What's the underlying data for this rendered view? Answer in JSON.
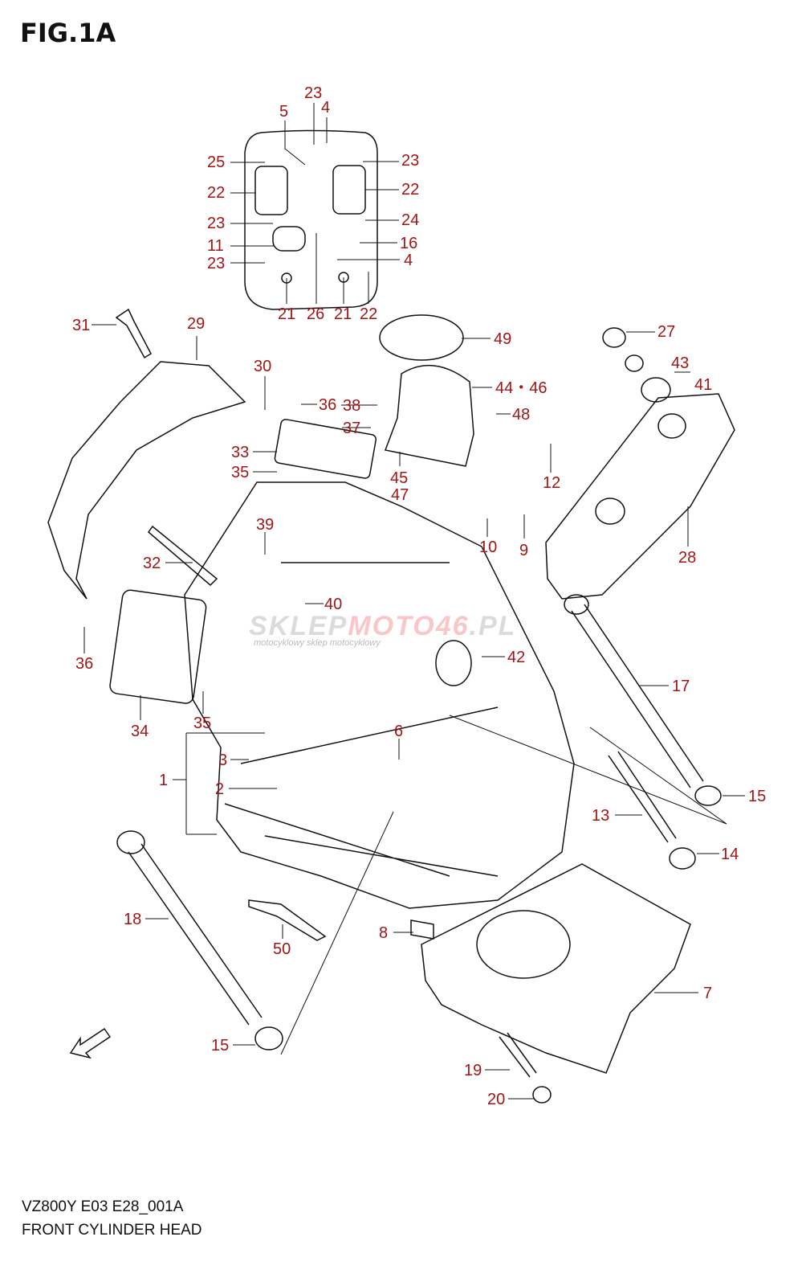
{
  "title": "FIG.1A",
  "footer": {
    "model_code": "VZ800Y E03 E28_001A",
    "section_name": "FRONT CYLINDER HEAD"
  },
  "watermark": {
    "brand_a": "SKLEP",
    "brand_b": "MOTO46",
    "brand_c": ".PL",
    "tagline": "motocyklowy sklep motocyklowy"
  },
  "colors": {
    "label": "#a31515",
    "line": "#111111"
  },
  "labels": [
    "23",
    "4",
    "5",
    "25",
    "23",
    "22",
    "22",
    "23",
    "24",
    "11",
    "16",
    "23",
    "4",
    "21",
    "26",
    "21",
    "22",
    "31",
    "29",
    "49",
    "30",
    "27",
    "43",
    "41",
    "36",
    "38",
    "44・46",
    "48",
    "37",
    "33",
    "35",
    "12",
    "45",
    "47",
    "10",
    "9",
    "28",
    "39",
    "32",
    "40",
    "36",
    "42",
    "17",
    "34",
    "35",
    "6",
    "3",
    "1",
    "2",
    "15",
    "13",
    "14",
    "18",
    "8",
    "50",
    "7",
    "15",
    "19",
    "20"
  ]
}
